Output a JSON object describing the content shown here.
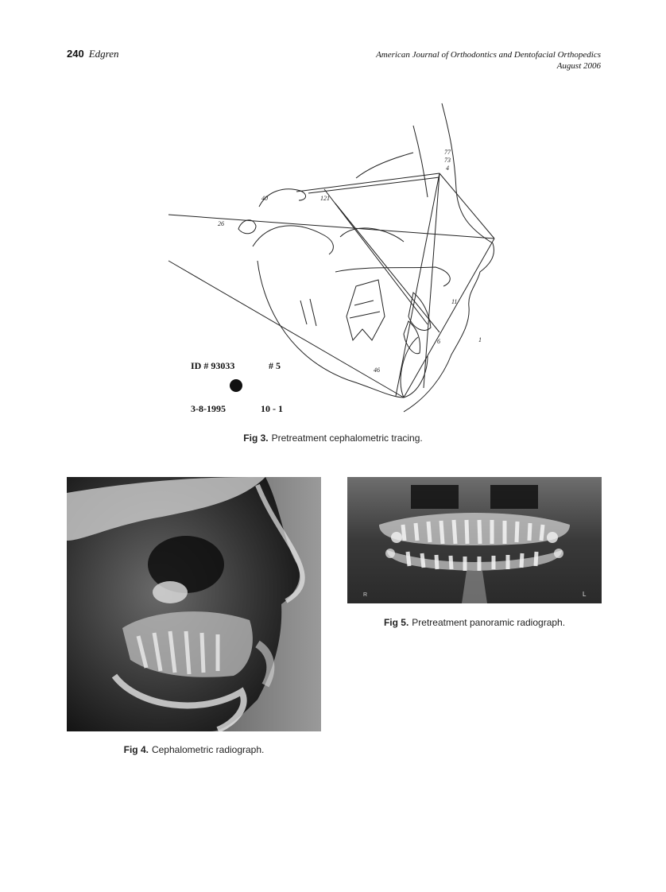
{
  "header": {
    "page_number": "240",
    "author": "Edgren",
    "journal": "American Journal of Orthodontics and Dentofacial Orthopedics",
    "date": "August 2006"
  },
  "fig3": {
    "label": "Fig 3.",
    "caption": "Pretreatment cephalometric tracing.",
    "id_text": "ID # 93033",
    "number_text": "# 5",
    "date_text": "3-8-1995",
    "code_text": "10 - 1",
    "hand_numbers": [
      "77",
      "73",
      "4",
      "40",
      "121",
      "26",
      "11",
      "6",
      "46",
      "1"
    ]
  },
  "fig4": {
    "label": "Fig 4.",
    "caption": "Cephalometric radiograph."
  },
  "fig5": {
    "label": "Fig 5.",
    "caption": "Pretreatment panoramic radiograph.",
    "corner_left": "R",
    "corner_right": "L"
  }
}
